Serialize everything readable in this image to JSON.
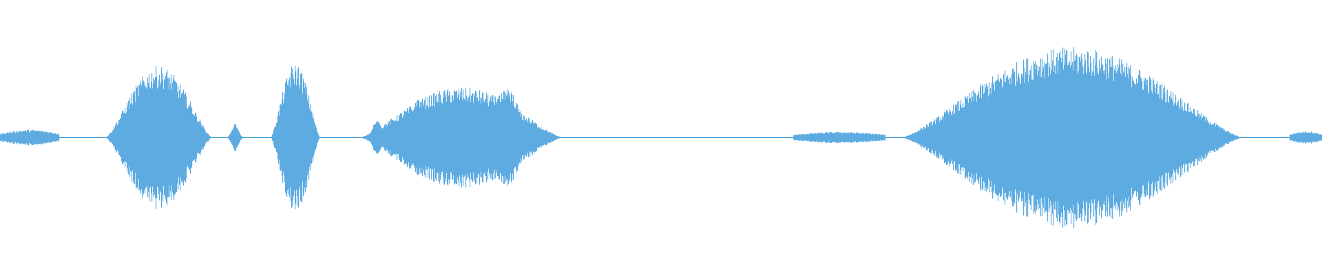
{
  "waveform": {
    "color": "#5dabe1",
    "background": "#ffffff",
    "sample_count": 1920,
    "segments": [
      {
        "name": "segment-1",
        "start": 0.0,
        "end": 0.045,
        "peak": 0.055
      },
      {
        "name": "segment-2",
        "start": 0.08,
        "end": 0.16,
        "peak": 0.5
      },
      {
        "name": "segment-3",
        "start": 0.205,
        "end": 0.242,
        "peak": 0.52
      },
      {
        "name": "segment-4",
        "start": 0.272,
        "end": 0.425,
        "peak": 0.35
      },
      {
        "name": "segment-5",
        "start": 0.6,
        "end": 0.67,
        "peak": 0.04
      },
      {
        "name": "segment-6",
        "start": 0.682,
        "end": 0.94,
        "peak": 0.63
      },
      {
        "name": "segment-7",
        "start": 0.976,
        "end": 1.0,
        "peak": 0.045
      }
    ]
  }
}
